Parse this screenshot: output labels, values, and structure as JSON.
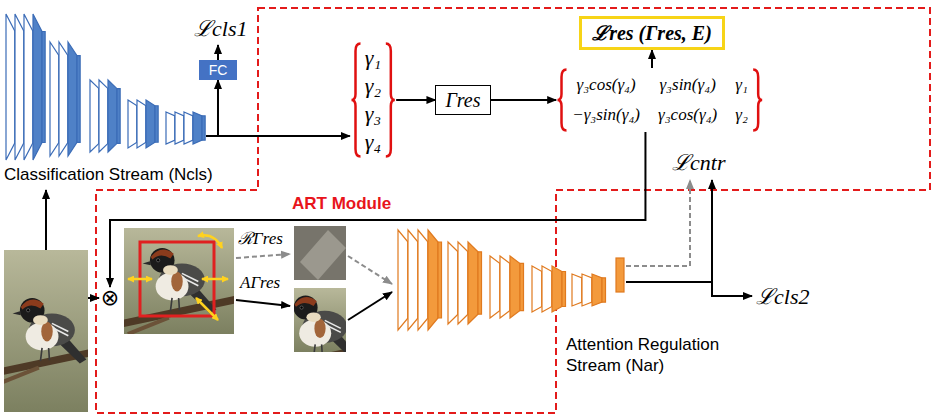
{
  "diagram": {
    "nodes": [
      {
        "text": [
          "Classification Stream (Ncls)"
        ]
      },
      {
        "text": [
          "FC"
        ]
      },
      {
        "text": [
          "γ₁",
          "γ₂",
          "γ₃",
          "γ₄"
        ]
      },
      {
        "text": [
          "Γres"
        ]
      },
      {
        "text": [
          "γ₃cos(γ₄)",
          "γ₃sin(γ₄)",
          "γ₁",
          "−γ₃sin(γ₄)",
          "γ₃cos(γ₄)",
          "γ₂"
        ]
      },
      {
        "text": [
          "ℒres (Γres, E)"
        ]
      },
      {
        "text": [
          "⊗"
        ]
      },
      {
        "text": [
          "Attention Regulation Stream (Nar)"
        ]
      }
    ],
    "edges": [
      {
        "from": 0,
        "to": 1,
        "arrow": "to"
      },
      {
        "from": 0,
        "to": 2,
        "arrow": "to"
      },
      {
        "from": 2,
        "to": 3,
        "arrow": "to"
      },
      {
        "from": 3,
        "to": 4,
        "arrow": "to"
      },
      {
        "from": 4,
        "to": 5,
        "arrow": "to"
      },
      {
        "from": 4,
        "to": 6,
        "arrow": "to"
      }
    ],
    "labels": [
      "ℒcls1",
      "ART Module",
      "ℛΓres",
      "AΓres",
      "ℒcntr",
      "ℒcls2"
    ]
  }
}
